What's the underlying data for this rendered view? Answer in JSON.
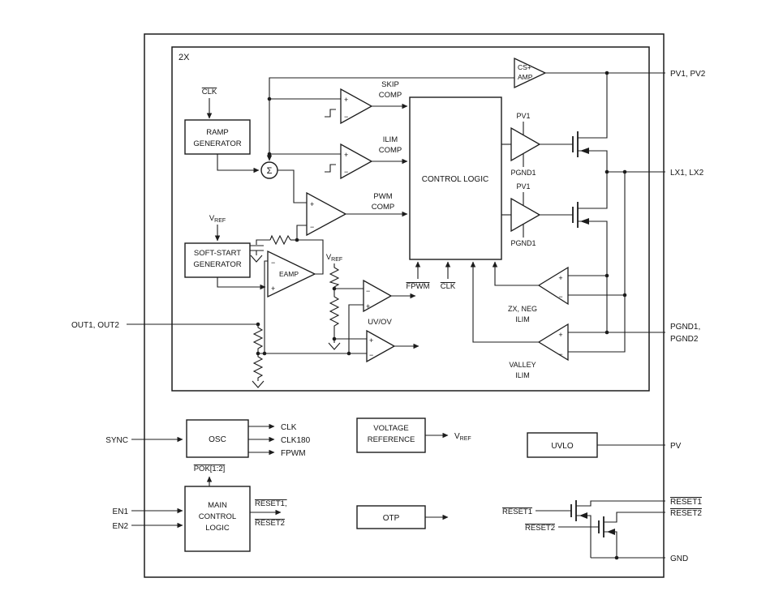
{
  "figure": {
    "multiplier": "2X",
    "blocks": {
      "ramp_generator": [
        "RAMP",
        "GENERATOR"
      ],
      "soft_start_generator": [
        "SOFT-START",
        "GENERATOR"
      ],
      "control_logic": "CONTROL LOGIC",
      "osc": "OSC",
      "main_control_logic": [
        "MAIN",
        "CONTROL",
        "LOGIC"
      ],
      "voltage_reference": [
        "VOLTAGE",
        "REFERENCE"
      ],
      "otp": "OTP",
      "uvlo": "UVLO"
    },
    "triangles": {
      "skip": [
        "SKIP",
        "COMP"
      ],
      "ilim": [
        "ILIM",
        "COMP"
      ],
      "pwm": [
        "PWM",
        "COMP"
      ],
      "cs_amp": [
        "CS+",
        "AMP"
      ],
      "eamp": "EAMP",
      "uv_ov": "UV/OV",
      "zx_neg_ilim": [
        "ZX, NEG",
        "ILIM"
      ],
      "valley_ilim": [
        "VALLEY",
        "ILIM"
      ],
      "sigma": "Σ"
    },
    "signals": {
      "clk_top": "CLK",
      "vref_base": "V",
      "vref_sub": "REF",
      "fpwm": "FPWM",
      "clk": "CLK",
      "pok": "POK[1:2]",
      "pv1_driver": "PV1",
      "pgnd1_driver": "PGND1",
      "osc_outputs": [
        "CLK",
        "CLK180",
        "FPWM"
      ],
      "main_outputs": [
        "RESET1,",
        "RESET2"
      ],
      "reset1": "RESET1",
      "reset2": "RESET2"
    },
    "left_pins": [
      "OUT1, OUT2",
      "SYNC",
      "EN1",
      "EN2"
    ],
    "right_pins": [
      "PV1, PV2",
      "LX1, LX2",
      "PGND1,",
      "PGND2",
      "PV",
      "RESET1",
      "RESET2",
      "GND"
    ],
    "polarity": {
      "plus": "+",
      "minus": "−"
    }
  }
}
